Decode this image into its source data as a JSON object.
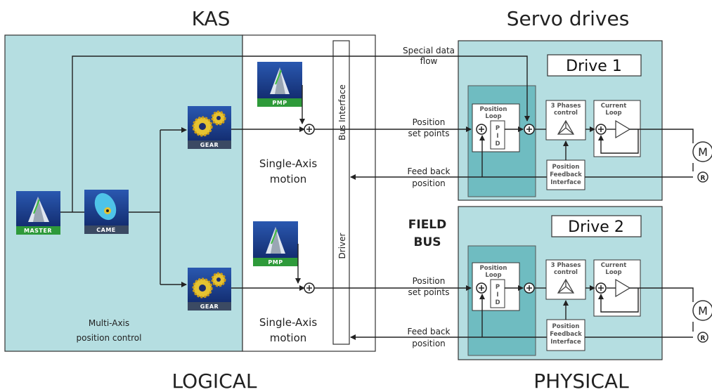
{
  "titles": {
    "kas": "KAS",
    "servo": "Servo drives",
    "logical": "LOGICAL",
    "physical": "PHYSICAL"
  },
  "kas": {
    "multi_axis": [
      "Multi-Axis",
      "position control"
    ],
    "single_axis": [
      "Single-Axis",
      "motion"
    ],
    "bus_interface": "Bus Interface",
    "driver": "Driver"
  },
  "icons": {
    "master": "MASTER",
    "came": "CAME",
    "gear": "GEAR",
    "pmp": "PMP"
  },
  "signals": {
    "special": [
      "Special data",
      "flow"
    ],
    "position": [
      "Position",
      "set points"
    ],
    "feedback": [
      "Feed back",
      "position"
    ]
  },
  "fieldbus": [
    "FIELD",
    "BUS"
  ],
  "drives": [
    {
      "name": "Drive 1"
    },
    {
      "name": "Drive 2"
    }
  ],
  "blocks": {
    "pos_loop": [
      "Position",
      "Loop"
    ],
    "pid": [
      "P",
      "I",
      "D"
    ],
    "three_phase": [
      "3 Phases",
      "control"
    ],
    "current_loop": [
      "Current",
      "Loop"
    ],
    "pos_fb": [
      "Position",
      "Feedback",
      "Interface"
    ],
    "motor": "M",
    "resolver": "R"
  },
  "colors": {
    "panel": "#b5dee1",
    "inner": "#6fbcc1",
    "icon_bg": "#1a3a8a",
    "master_bar": "#2e9a3a"
  }
}
